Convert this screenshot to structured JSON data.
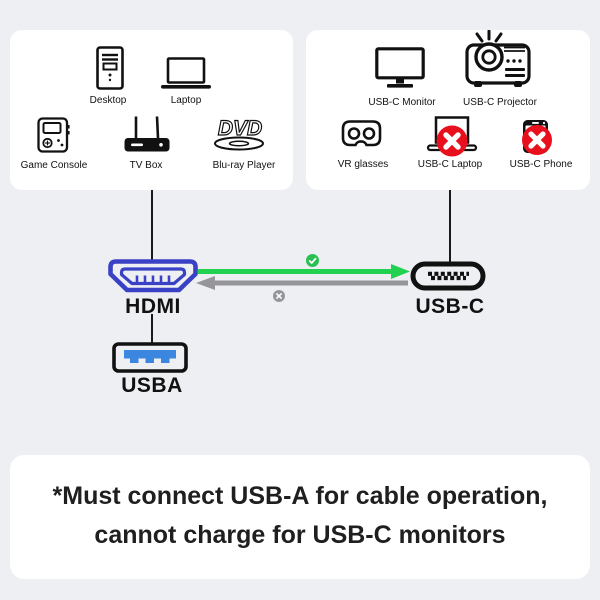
{
  "colors": {
    "background": "#edeff3",
    "panel": "#ffffff",
    "hdmi_blue": "#3a41c4",
    "usba_blue": "#3b87e0",
    "green_arrow": "#22d14f",
    "green_badge": "#2bbf52",
    "gray_arrow": "#95959a",
    "red_cross": "#e8101c",
    "text": "#111111"
  },
  "source_panel": {
    "items": [
      {
        "label": "Desktop",
        "icon": "desktop-icon"
      },
      {
        "label": "Laptop",
        "icon": "laptop-icon"
      },
      {
        "label": "Game Console",
        "icon": "game-console-icon"
      },
      {
        "label": "TV Box",
        "icon": "tv-box-icon"
      },
      {
        "label": "Blu-ray Player",
        "icon": "blu-ray-player-icon",
        "icon_text": "DVD"
      }
    ]
  },
  "display_panel": {
    "items": [
      {
        "label": "USB-C Monitor",
        "icon": "usb-c-monitor-icon",
        "supported": true
      },
      {
        "label": "USB-C Projector",
        "icon": "usb-c-projector-icon",
        "supported": true
      },
      {
        "label": "VR glasses",
        "icon": "vr-glasses-icon",
        "supported": true
      },
      {
        "label": "USB-C Laptop",
        "icon": "usb-c-laptop-icon",
        "supported": false
      },
      {
        "label": "USB-C Phone",
        "icon": "usb-c-phone-icon",
        "supported": false
      }
    ]
  },
  "connectors": {
    "hdmi": {
      "label": "HDMI"
    },
    "usbc": {
      "label": "USB-C"
    },
    "usba": {
      "label": "USBA"
    }
  },
  "flow": {
    "forward_allowed": true,
    "reverse_allowed": false
  },
  "note": {
    "line1": "*Must connect USB-A for cable operation,",
    "line2": "cannot charge for USB-C monitors"
  }
}
